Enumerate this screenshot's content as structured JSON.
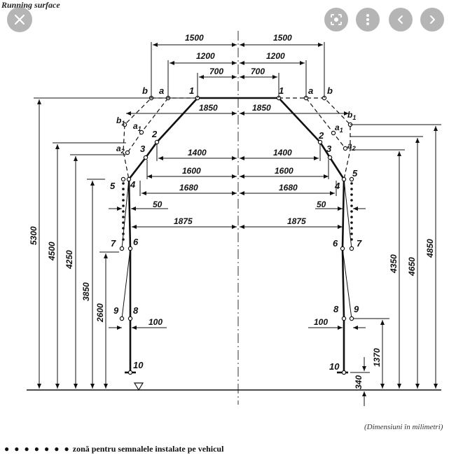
{
  "header": {
    "title": "Running surface"
  },
  "viewer_controls": {
    "close_icon": "close-icon",
    "lens_icon": "lens-icon",
    "more_icon": "more-vertical-icon",
    "prev_icon": "chevron-left-icon",
    "next_icon": "chevron-right-icon"
  },
  "diagram": {
    "top_dims": {
      "d1500": "1500",
      "d1200": "1200",
      "d700": "700",
      "d1850": "1850",
      "d1400": "1400",
      "d1600": "1600",
      "d1680": "1680",
      "d50": "50",
      "d1875": "1875",
      "d100": "100"
    },
    "left_heights": {
      "h5300": "5300",
      "h4500": "4500",
      "h4250": "4250",
      "h3850": "3850",
      "h2600": "2600"
    },
    "right_heights": {
      "h4850": "4850",
      "h4650": "4650",
      "h4350": "4350",
      "h1370": "1370",
      "h340": "340"
    },
    "point_labels": {
      "p1": "1",
      "p2": "2",
      "p3": "3",
      "p4": "4",
      "p5": "5",
      "p6": "6",
      "p7": "7",
      "p8": "8",
      "p9": "9",
      "p10": "10",
      "a": "a",
      "b": "b",
      "a1": "a",
      "b1": "b",
      "a2": "a",
      "sub1": "1",
      "sub2": "2"
    }
  },
  "footer": {
    "units_note": "(Dimensiuni în milimetri)",
    "legend_dots": "● ● ● ● ● ● ●",
    "legend_text": "zonă pentru semnalele instalate pe vehicul"
  }
}
